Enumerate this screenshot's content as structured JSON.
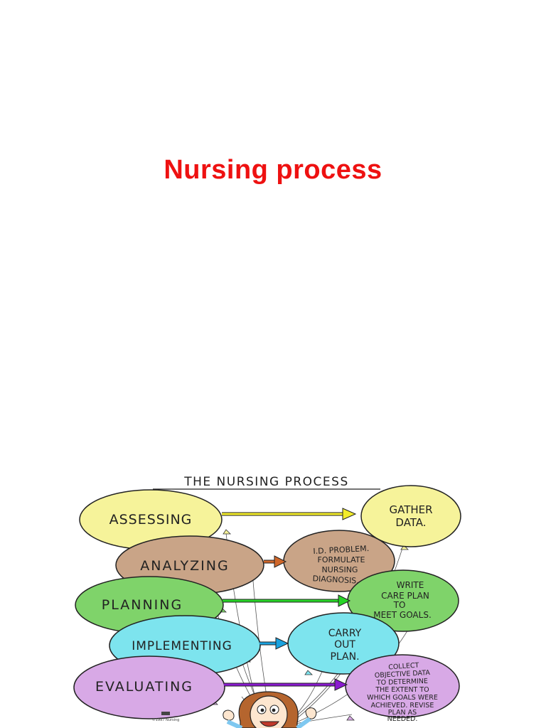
{
  "slide": {
    "title": "Nursing process"
  },
  "diagram": {
    "heading": "THE NURSING PROCESS",
    "steps": [
      {
        "label": "ASSESSING",
        "color": "#f6f39a",
        "arrow_color": "#f3ec2a",
        "result_lines": [
          "GATHER",
          "DATA."
        ],
        "result_color": "#f6f39a"
      },
      {
        "label": "ANALYZING",
        "color": "#c9a487",
        "arrow_color": "#d0672a",
        "result_lines": [
          "I.D. PROBLEM.",
          "FORMULATE",
          "NURSING",
          "DIAGNOSIS."
        ],
        "result_color": "#c9a487"
      },
      {
        "label": "PLANNING",
        "color": "#7fd36a",
        "arrow_color": "#27d427",
        "result_lines": [
          "WRITE",
          "CARE PLAN",
          "TO",
          "MEET GOALS."
        ],
        "result_color": "#7fd36a"
      },
      {
        "label": "IMPLEMENTING",
        "color": "#7de4ee",
        "arrow_color": "#1aa3e0",
        "result_lines": [
          "CARRY",
          "OUT",
          "PLAN."
        ],
        "result_color": "#7de4ee"
      },
      {
        "label": "EVALUATING",
        "color": "#d8a9e6",
        "arrow_color": "#8a1ad0",
        "result_lines": [
          "COLLECT",
          "OBJECTIVE DATA",
          "TO DETERMINE",
          "THE EXTENT TO",
          "WHICH GOALS WERE",
          "ACHIEVED. REVISE",
          "PLAN AS",
          "NEEDED."
        ],
        "result_color": "#d8a9e6"
      }
    ],
    "copyright": "©1997 Nursing"
  }
}
